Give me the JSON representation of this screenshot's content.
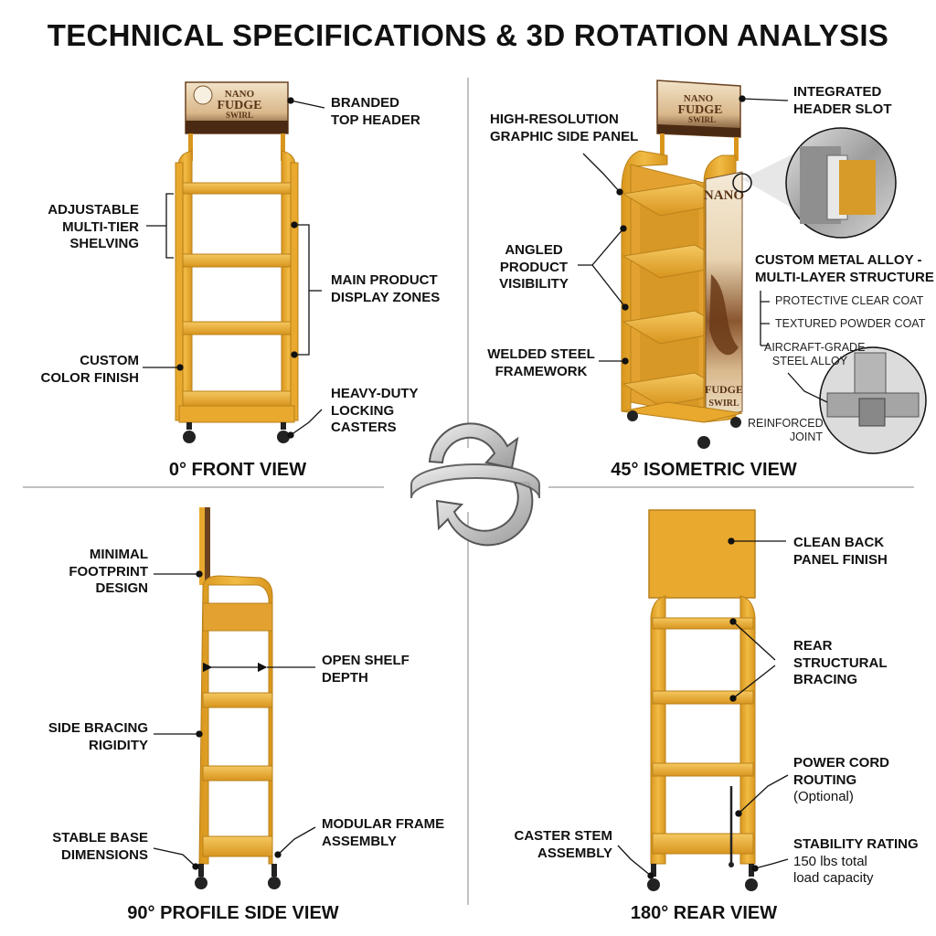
{
  "title": "TECHNICAL SPECIFICATIONS & 3D ROTATION ANALYSIS",
  "colors": {
    "frame": "#e8a92e",
    "frame_dark": "#b9801a",
    "frame_light": "#f3c35a",
    "ink": "#111111",
    "metal": "#9a9a9a"
  },
  "views": {
    "front": {
      "caption": "0° FRONT VIEW",
      "header_brand": "NANO FUDGE SWIRL",
      "labels": {
        "header": [
          "BRANDED",
          "TOP HEADER"
        ],
        "shelving": [
          "ADJUSTABLE",
          "MULTI-TIER",
          "SHELVING"
        ],
        "zones": [
          "MAIN PRODUCT",
          "DISPLAY ZONES"
        ],
        "finish": [
          "CUSTOM",
          "COLOR FINISH"
        ],
        "casters": [
          "HEAVY-DUTY",
          "LOCKING",
          "CASTERS"
        ]
      }
    },
    "iso": {
      "caption": "45° ISOMETRIC VIEW",
      "header_brand": "NANO FUDGE SWIRL",
      "side_panel_top": "NANO",
      "side_panel_bottom": "FUDGE SWIRL",
      "labels": {
        "header_slot": [
          "INTEGRATED",
          "HEADER SLOT"
        ],
        "side_panel": [
          "HIGH-RESOLUTION",
          "GRAPHIC SIDE PANEL"
        ],
        "visibility": [
          "ANGLED",
          "PRODUCT",
          "VISIBILITY"
        ],
        "framework": [
          "WELDED STEEL",
          "FRAMEWORK"
        ],
        "alloy": [
          "CUSTOM METAL ALLOY -",
          "MULTI-LAYER STRUCTURE"
        ],
        "layers": [
          "PROTECTIVE CLEAR COAT",
          "TEXTURED POWDER COAT",
          "AIRCRAFT-GRADE",
          "STEEL ALLOY"
        ],
        "joint": [
          "REINFORCED",
          "JOINT"
        ]
      }
    },
    "side": {
      "caption": "90° PROFILE SIDE VIEW",
      "labels": {
        "footprint": [
          "MINIMAL",
          "FOOTPRINT",
          "DESIGN"
        ],
        "depth": [
          "OPEN SHELF",
          "DEPTH"
        ],
        "bracing": [
          "SIDE BRACING",
          "RIGIDITY"
        ],
        "base": [
          "STABLE BASE",
          "DIMENSIONS"
        ],
        "modular": [
          "MODULAR FRAME",
          "ASSEMBLY"
        ]
      }
    },
    "rear": {
      "caption": "180° REAR VIEW",
      "labels": {
        "back": [
          "CLEAN BACK",
          "PANEL FINISH"
        ],
        "bracing": [
          "REAR",
          "STRUCTURAL",
          "BRACING"
        ],
        "cord": [
          "POWER CORD",
          "ROUTING"
        ],
        "cord_note": "(Optional)",
        "caster": [
          "CASTER STEM",
          "ASSEMBLY"
        ],
        "stability": [
          "STABILITY RATING"
        ],
        "stability_note": [
          "150 lbs total",
          "load capacity"
        ]
      }
    }
  }
}
